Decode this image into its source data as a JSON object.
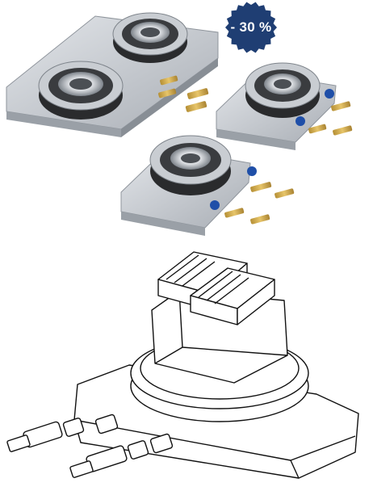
{
  "badge": {
    "text": "- 30 %",
    "color": "#1f3e73",
    "text_color": "#ffffff"
  },
  "colors": {
    "steel": "#c9cdd2",
    "steel_dark": "#8f959c",
    "chuck_black": "#2a2b2d",
    "brass": "#c9a54a",
    "blue_cap": "#1f4fa8",
    "line_art": "#111111"
  },
  "icons": {
    "product_top": "zero-point-clamping-plates-photo",
    "product_bottom": "vise-on-clamping-module-line-drawing"
  }
}
